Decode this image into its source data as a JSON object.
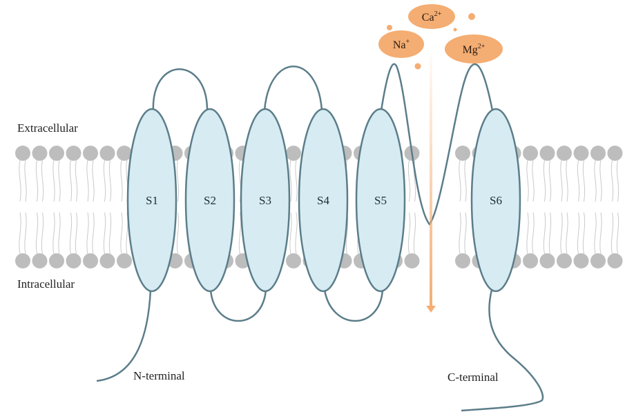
{
  "labels": {
    "extracellular": "Extracellular",
    "intracellular": "Intracellular",
    "n_terminal": "N-terminal",
    "c_terminal": "C-terminal"
  },
  "segments": [
    {
      "id": "s1",
      "label": "S1"
    },
    {
      "id": "s2",
      "label": "S2"
    },
    {
      "id": "s3",
      "label": "S3"
    },
    {
      "id": "s4",
      "label": "S4"
    },
    {
      "id": "s5",
      "label": "S5"
    },
    {
      "id": "s6",
      "label": "S6"
    }
  ],
  "ions": {
    "ca": {
      "base": "Ca",
      "charge": "2+"
    },
    "na": {
      "base": "Na",
      "charge": "+"
    },
    "mg": {
      "base": "Mg",
      "charge": "2+"
    }
  },
  "colors": {
    "segment_fill": "#d6ebf2",
    "segment_stroke": "#5b7d89",
    "lipid_head": "#bdbdbd",
    "lipid_tail": "#c9c9c9",
    "ion_fill": "#f4ad72",
    "arrow": "#f4ad72"
  }
}
